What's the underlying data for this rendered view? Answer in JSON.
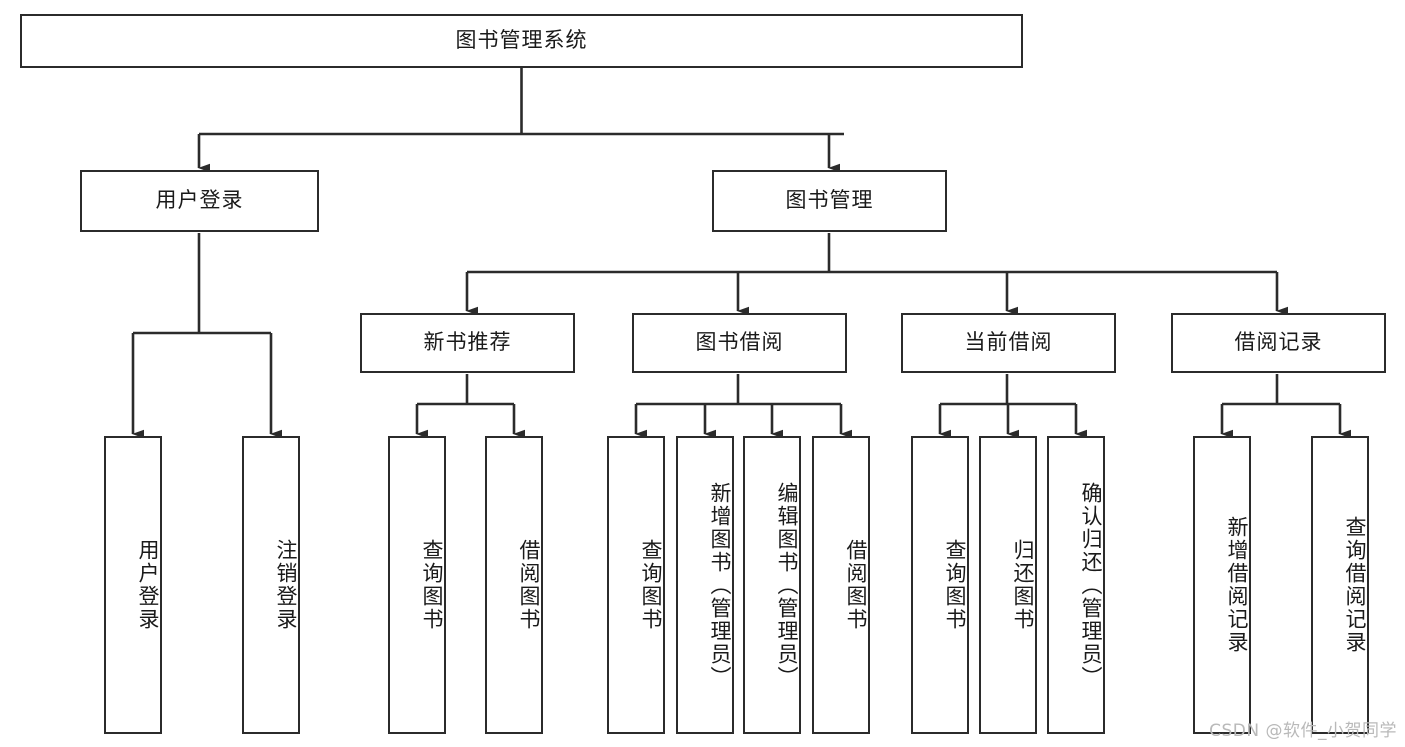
{
  "diagram": {
    "title": "图书管理系统",
    "type": "tree-hierarchy",
    "orientation": "top-down",
    "colors": {
      "box_border": "#2b2b2b",
      "box_fill": "#ffffff",
      "connector": "#2b2b2b",
      "text": "#1a1a1a",
      "watermark": "#b9b9b9",
      "background": "#ffffff"
    },
    "root": {
      "id": "root",
      "label": "图书管理系统",
      "level": 0
    },
    "level2": [
      {
        "id": "user-login",
        "label": "用户登录",
        "level": 1
      },
      {
        "id": "book-manage",
        "label": "图书管理",
        "level": 1
      }
    ],
    "level3": [
      {
        "id": "new-book-recommend",
        "label": "新书推荐",
        "level": 2,
        "parent": "book-manage"
      },
      {
        "id": "book-borrow",
        "label": "图书借阅",
        "level": 2,
        "parent": "book-manage"
      },
      {
        "id": "current-borrow",
        "label": "当前借阅",
        "level": 2,
        "parent": "book-manage"
      },
      {
        "id": "borrow-record",
        "label": "借阅记录",
        "level": 2,
        "parent": "book-manage"
      }
    ],
    "leaves": [
      {
        "id": "leaf-user-login",
        "label": "用户登录",
        "parent": "user-login"
      },
      {
        "id": "leaf-user-logout",
        "label": "注销登录",
        "parent": "user-login"
      },
      {
        "id": "leaf-rec-query-book",
        "label": "查询图书",
        "parent": "new-book-recommend"
      },
      {
        "id": "leaf-rec-borrow-book",
        "label": "借阅图书",
        "parent": "new-book-recommend"
      },
      {
        "id": "leaf-borrow-query-book",
        "label": "查询图书",
        "parent": "book-borrow"
      },
      {
        "id": "leaf-borrow-add-book",
        "label": "新增图书（管理员）",
        "parent": "book-borrow"
      },
      {
        "id": "leaf-borrow-edit-book",
        "label": "编辑图书（管理员）",
        "parent": "book-borrow"
      },
      {
        "id": "leaf-borrow-borrow-book",
        "label": "借阅图书",
        "parent": "book-borrow"
      },
      {
        "id": "leaf-cur-query-book",
        "label": "查询图书",
        "parent": "current-borrow"
      },
      {
        "id": "leaf-cur-return-book",
        "label": "归还图书",
        "parent": "current-borrow"
      },
      {
        "id": "leaf-cur-confirm-return",
        "label": "确认归还（管理员）",
        "parent": "current-borrow"
      },
      {
        "id": "leaf-rec-add-record",
        "label": "新增借阅记录",
        "parent": "borrow-record"
      },
      {
        "id": "leaf-rec-query-record",
        "label": "查询借阅记录",
        "parent": "borrow-record"
      }
    ]
  },
  "watermark": {
    "text": "CSDN @软件_小贺同学"
  }
}
